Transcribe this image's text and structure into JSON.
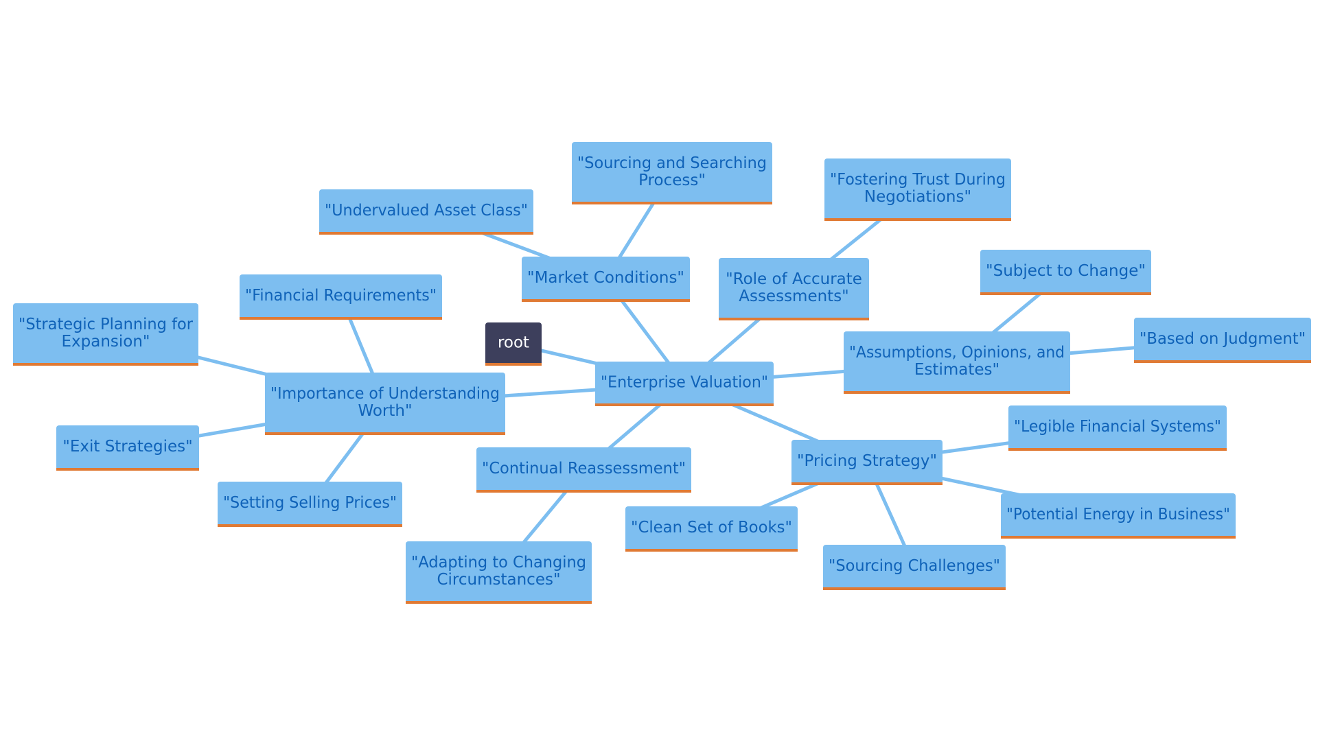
{
  "colors": {
    "node_fill": "#7dbef0",
    "node_text": "#0f62b8",
    "node_border": "#e07a34",
    "edge": "#7dbef0",
    "root_fill": "#3d3f5c",
    "root_text": "#ffffff"
  },
  "nodes": [
    {
      "id": "root",
      "lines": [
        "root"
      ],
      "is_root": true
    },
    {
      "id": "enterprise-valuation",
      "lines": [
        "\"Enterprise Valuation\""
      ]
    },
    {
      "id": "market-conditions",
      "lines": [
        "\"Market Conditions\""
      ]
    },
    {
      "id": "undervalued-asset-class",
      "lines": [
        "\"Undervalued Asset Class\""
      ]
    },
    {
      "id": "sourcing-and-searching-process",
      "lines": [
        "\"Sourcing and Searching",
        "Process\""
      ]
    },
    {
      "id": "role-of-accurate-assessments",
      "lines": [
        "\"Role of Accurate",
        "Assessments\""
      ]
    },
    {
      "id": "fostering-trust",
      "lines": [
        "\"Fostering Trust During",
        "Negotiations\""
      ]
    },
    {
      "id": "assumptions-opinions-estimates",
      "lines": [
        "\"Assumptions, Opinions, and",
        "Estimates\""
      ]
    },
    {
      "id": "subject-to-change",
      "lines": [
        "\"Subject to Change\""
      ]
    },
    {
      "id": "based-on-judgment",
      "lines": [
        "\"Based on Judgment\""
      ]
    },
    {
      "id": "importance-of-understanding-worth",
      "lines": [
        "\"Importance of Understanding",
        "Worth\""
      ]
    },
    {
      "id": "financial-requirements",
      "lines": [
        "\"Financial Requirements\""
      ]
    },
    {
      "id": "strategic-planning",
      "lines": [
        "\"Strategic Planning for",
        "Expansion\""
      ]
    },
    {
      "id": "exit-strategies",
      "lines": [
        "\"Exit Strategies\""
      ]
    },
    {
      "id": "setting-selling-prices",
      "lines": [
        "\"Setting Selling Prices\""
      ]
    },
    {
      "id": "continual-reassessment",
      "lines": [
        "\"Continual Reassessment\""
      ]
    },
    {
      "id": "adapting-to-changing",
      "lines": [
        "\"Adapting to Changing",
        "Circumstances\""
      ]
    },
    {
      "id": "pricing-strategy",
      "lines": [
        "\"Pricing Strategy\""
      ]
    },
    {
      "id": "legible-financial-systems",
      "lines": [
        "\"Legible Financial Systems\""
      ]
    },
    {
      "id": "potential-energy",
      "lines": [
        "\"Potential Energy in Business\""
      ]
    },
    {
      "id": "clean-set-of-books",
      "lines": [
        "\"Clean Set of Books\""
      ]
    },
    {
      "id": "sourcing-challenges",
      "lines": [
        "\"Sourcing Challenges\""
      ]
    }
  ],
  "edges": [
    [
      "root",
      "enterprise-valuation"
    ],
    [
      "enterprise-valuation",
      "market-conditions"
    ],
    [
      "market-conditions",
      "undervalued-asset-class"
    ],
    [
      "market-conditions",
      "sourcing-and-searching-process"
    ],
    [
      "enterprise-valuation",
      "role-of-accurate-assessments"
    ],
    [
      "role-of-accurate-assessments",
      "fostering-trust"
    ],
    [
      "enterprise-valuation",
      "assumptions-opinions-estimates"
    ],
    [
      "assumptions-opinions-estimates",
      "subject-to-change"
    ],
    [
      "assumptions-opinions-estimates",
      "based-on-judgment"
    ],
    [
      "enterprise-valuation",
      "importance-of-understanding-worth"
    ],
    [
      "importance-of-understanding-worth",
      "financial-requirements"
    ],
    [
      "importance-of-understanding-worth",
      "strategic-planning"
    ],
    [
      "importance-of-understanding-worth",
      "exit-strategies"
    ],
    [
      "importance-of-understanding-worth",
      "setting-selling-prices"
    ],
    [
      "enterprise-valuation",
      "continual-reassessment"
    ],
    [
      "continual-reassessment",
      "adapting-to-changing"
    ],
    [
      "enterprise-valuation",
      "pricing-strategy"
    ],
    [
      "pricing-strategy",
      "legible-financial-systems"
    ],
    [
      "pricing-strategy",
      "potential-energy"
    ],
    [
      "pricing-strategy",
      "clean-set-of-books"
    ],
    [
      "pricing-strategy",
      "sourcing-challenges"
    ]
  ]
}
